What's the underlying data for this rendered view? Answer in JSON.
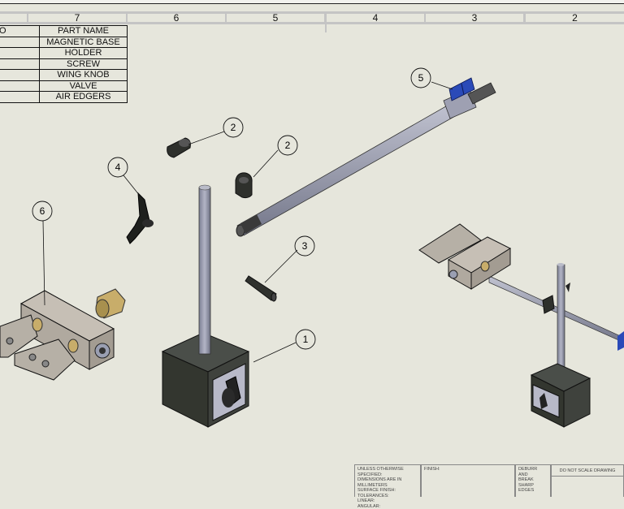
{
  "zone_labels": [
    "7",
    "6",
    "5",
    "4",
    "3",
    "2"
  ],
  "bom_table": {
    "header": {
      "no": "O",
      "name": "PART NAME"
    },
    "rows": [
      {
        "name": "MAGNETIC BASE"
      },
      {
        "name": "HOLDER"
      },
      {
        "name": "SCREW"
      },
      {
        "name": "WING KNOB"
      },
      {
        "name": "VALVE"
      },
      {
        "name": "AIR EDGERS"
      }
    ]
  },
  "balloons": {
    "b1": "1",
    "b2a": "2",
    "b2b": "2",
    "b3": "3",
    "b4": "4",
    "b5": "5",
    "b6": "6"
  },
  "title_block": {
    "tolerances": [
      "UNLESS OTHERWISE SPECIFIED:",
      "DIMENSIONS ARE IN MILLIMETERS",
      "SURFACE FINISH:",
      "TOLERANCES:",
      "  LINEAR:",
      "  ANGULAR:"
    ],
    "finish": "FINISH:",
    "deburr": [
      "DEBURR AND",
      "BREAK SHARP",
      "EDGES"
    ],
    "scale_note": "DO NOT SCALE DRAWING"
  },
  "colors": {
    "sheet": "#e6e6dc",
    "zone_border": "#c4c4c4",
    "steel": "#a9abbc",
    "dark_body": "#3c3f3b",
    "valve_blue": "#2a4ab8",
    "brass": "#c8ad6a",
    "block": "#bdb6ad"
  }
}
